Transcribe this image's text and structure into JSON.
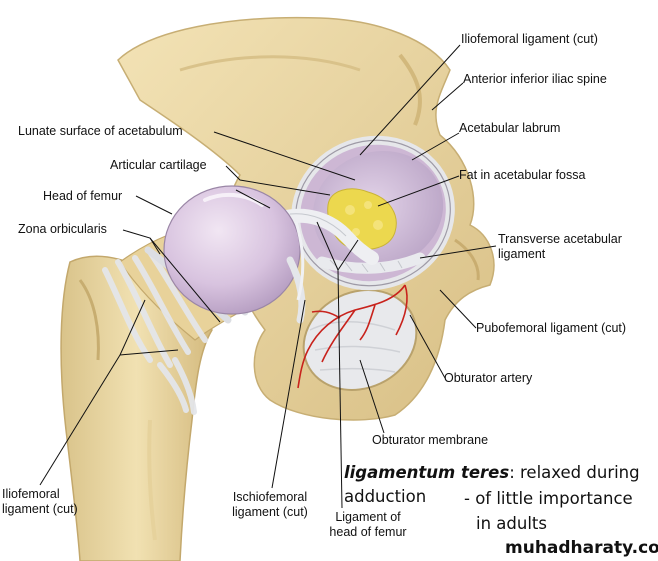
{
  "labels": {
    "iliofemoral_cut_top": "Iliofemoral ligament (cut)",
    "anterior_inferior_iliac_spine": "Anterior inferior iliac spine",
    "lunate_surface": "Lunate surface of acetabulum",
    "acetabular_labrum": "Acetabular labrum",
    "articular_cartilage": "Articular cartilage",
    "fat_in_fossa": "Fat in acetabular fossa",
    "head_of_femur": "Head of femur",
    "zona_orbicularis": "Zona orbicularis",
    "transverse_ligament_1": "Transverse acetabular",
    "transverse_ligament_2": "ligament",
    "pubofemoral_cut": "Pubofemoral ligament (cut)",
    "obturator_artery": "Obturator artery",
    "obturator_membrane": "Obturator membrane",
    "iliofemoral_cut_bottom_1": "Iliofemoral",
    "iliofemoral_cut_bottom_2": "ligament (cut)",
    "ischiofemoral_1": "Ischiofemoral",
    "ischiofemoral_2": "ligament (cut)",
    "lig_head_femur_1": "Ligament of",
    "lig_head_femur_2": "head of femur"
  },
  "note": {
    "term": "ligamentum teres",
    "line1_rest": ": relaxed during",
    "line2": "adduction",
    "bullet1": "- of little importance",
    "bullet2": "in adults"
  },
  "watermark": "muhadharaty.com",
  "colors": {
    "bone": "#ecd9a6",
    "bone_shadow": "#cdb47a",
    "cartilage": "#d9c6e0",
    "fat": "#ecd84e",
    "ligament": "#e3e5e8",
    "artery": "#c8221c",
    "leader": "#111111"
  }
}
